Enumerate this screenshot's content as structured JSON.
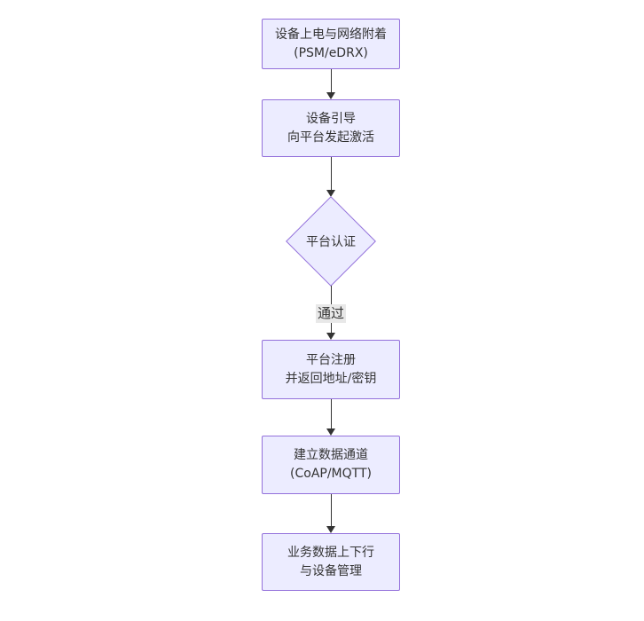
{
  "diagram": {
    "type": "flowchart-vertical",
    "colors": {
      "node_fill": "#ECECFF",
      "node_border": "#9370DB",
      "text": "#333333",
      "arrow": "#333333",
      "edge_label_bg": "#e8e8e8",
      "background": "#ffffff"
    },
    "nodes": [
      {
        "id": "device-power-attach",
        "type": "rect",
        "lines": [
          "设备上电与网络附着",
          "(PSM/eDRX)"
        ]
      },
      {
        "id": "device-bootstrap",
        "type": "rect",
        "lines": [
          "设备引导",
          "向平台发起激活"
        ]
      },
      {
        "id": "platform-auth",
        "type": "diamond",
        "lines": [
          "平台认证"
        ]
      },
      {
        "id": "platform-register",
        "type": "rect",
        "lines": [
          "平台注册",
          "并返回地址/密钥"
        ]
      },
      {
        "id": "data-channel",
        "type": "rect",
        "lines": [
          "建立数据通道",
          "(CoAP/MQTT)"
        ]
      },
      {
        "id": "business-data",
        "type": "rect",
        "lines": [
          "业务数据上下行",
          "与设备管理"
        ]
      }
    ],
    "edges": {
      "pass_label": "通过"
    }
  }
}
